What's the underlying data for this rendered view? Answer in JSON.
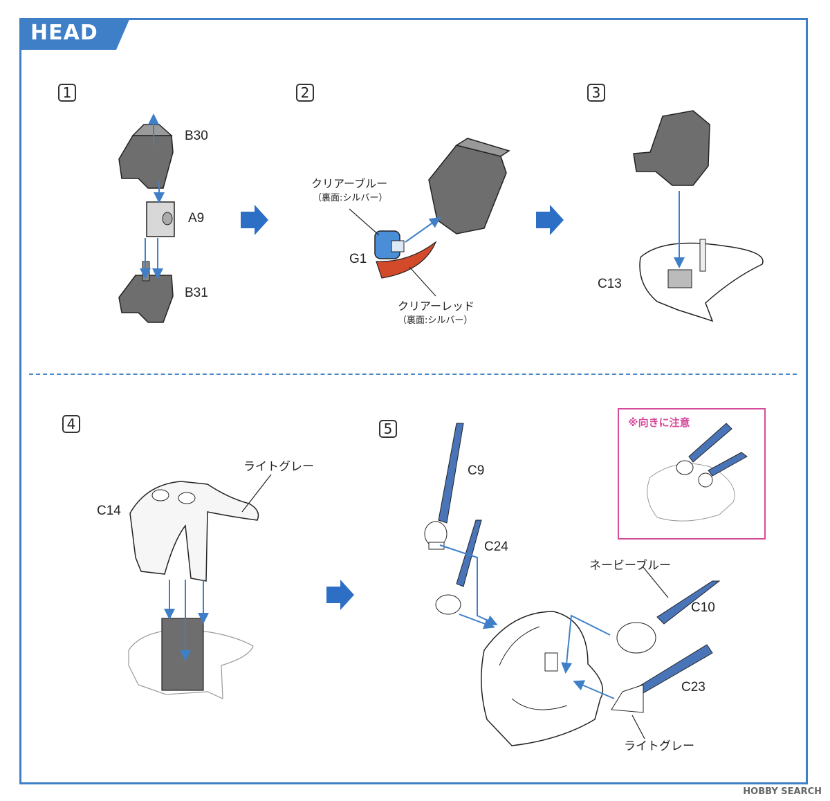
{
  "section": {
    "title": "HEAD"
  },
  "steps": {
    "s1": {
      "num": "1",
      "labels": {
        "b30": "B30",
        "a9": "A9",
        "b31": "B31"
      }
    },
    "s2": {
      "num": "2",
      "labels": {
        "blue": "クリアーブルー",
        "blue_sub": "（裏面:シルバー）",
        "g1": "G1",
        "red": "クリアーレッド",
        "red_sub": "（裏面:シルバー）"
      }
    },
    "s3": {
      "num": "3",
      "labels": {
        "c13": "C13"
      }
    },
    "s4": {
      "num": "4",
      "labels": {
        "c14": "C14",
        "gray": "ライトグレー"
      }
    },
    "s5": {
      "num": "5",
      "labels": {
        "c9": "C9",
        "c24": "C24",
        "navy": "ネービーブルー",
        "c10": "C10",
        "c23": "C23",
        "gray": "ライトグレー"
      },
      "note": "※向きに注意"
    }
  },
  "colors": {
    "accent": "#3f7fc8",
    "note": "#d64a9a",
    "part_gray": "#6e6e6e",
    "part_blue": "#4a74b8",
    "clear_red": "#d24a2a"
  },
  "watermark": "HOBBY SEARCH"
}
